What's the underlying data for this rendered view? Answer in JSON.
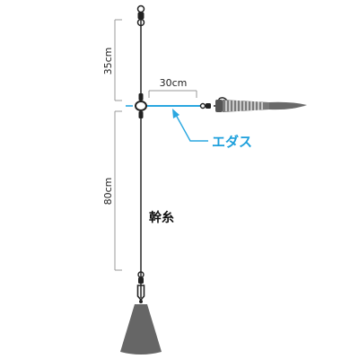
{
  "labels": {
    "top_length": "35cm",
    "branch_length": "30cm",
    "bottom_length": "80cm",
    "branch_line": "エダス",
    "main_line": "幹糸"
  },
  "colors": {
    "main_line": "#333333",
    "branch_line": "#2aa7e0",
    "dimension": "#999999",
    "sinker": "#666666",
    "lure": "#7a7a7a",
    "label_branch": "#1ea0dc",
    "label_main": "#111111"
  },
  "icons": {
    "top_swivel": "swivel-icon",
    "center_swivel": "three-way-swivel-icon",
    "bottom_snap": "snap-swivel-icon",
    "sinker": "sinker-icon",
    "lure": "worm-lure-icon",
    "hook": "hook-icon"
  }
}
